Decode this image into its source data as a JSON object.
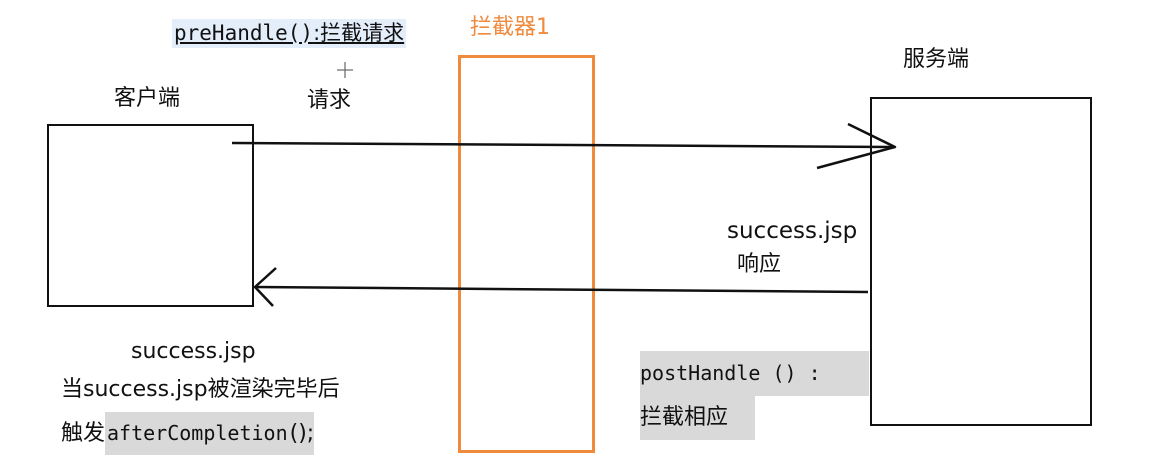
{
  "colors": {
    "interceptor": "#f08a3c",
    "line": "#111111",
    "highlight_blue": "#e4eefb",
    "highlight_gray": "#d9d9d9"
  },
  "client": {
    "label": "客户端"
  },
  "server": {
    "label": "服务端"
  },
  "interceptor": {
    "label": "拦截器1"
  },
  "request": {
    "prehandle_code": "preHandle()",
    "prehandle_text": ":拦截请求",
    "label": "请求"
  },
  "response": {
    "page": "success.jsp",
    "label": "响应",
    "posthandle_code": "postHandle () :",
    "posthandle_text": "拦截相应"
  },
  "after": {
    "page": "success.jsp",
    "line1": "当success.jsp被渲染完毕后",
    "trigger_prefix": "触发",
    "trigger_code": "afterCompletion",
    "trigger_suffix": "();"
  }
}
